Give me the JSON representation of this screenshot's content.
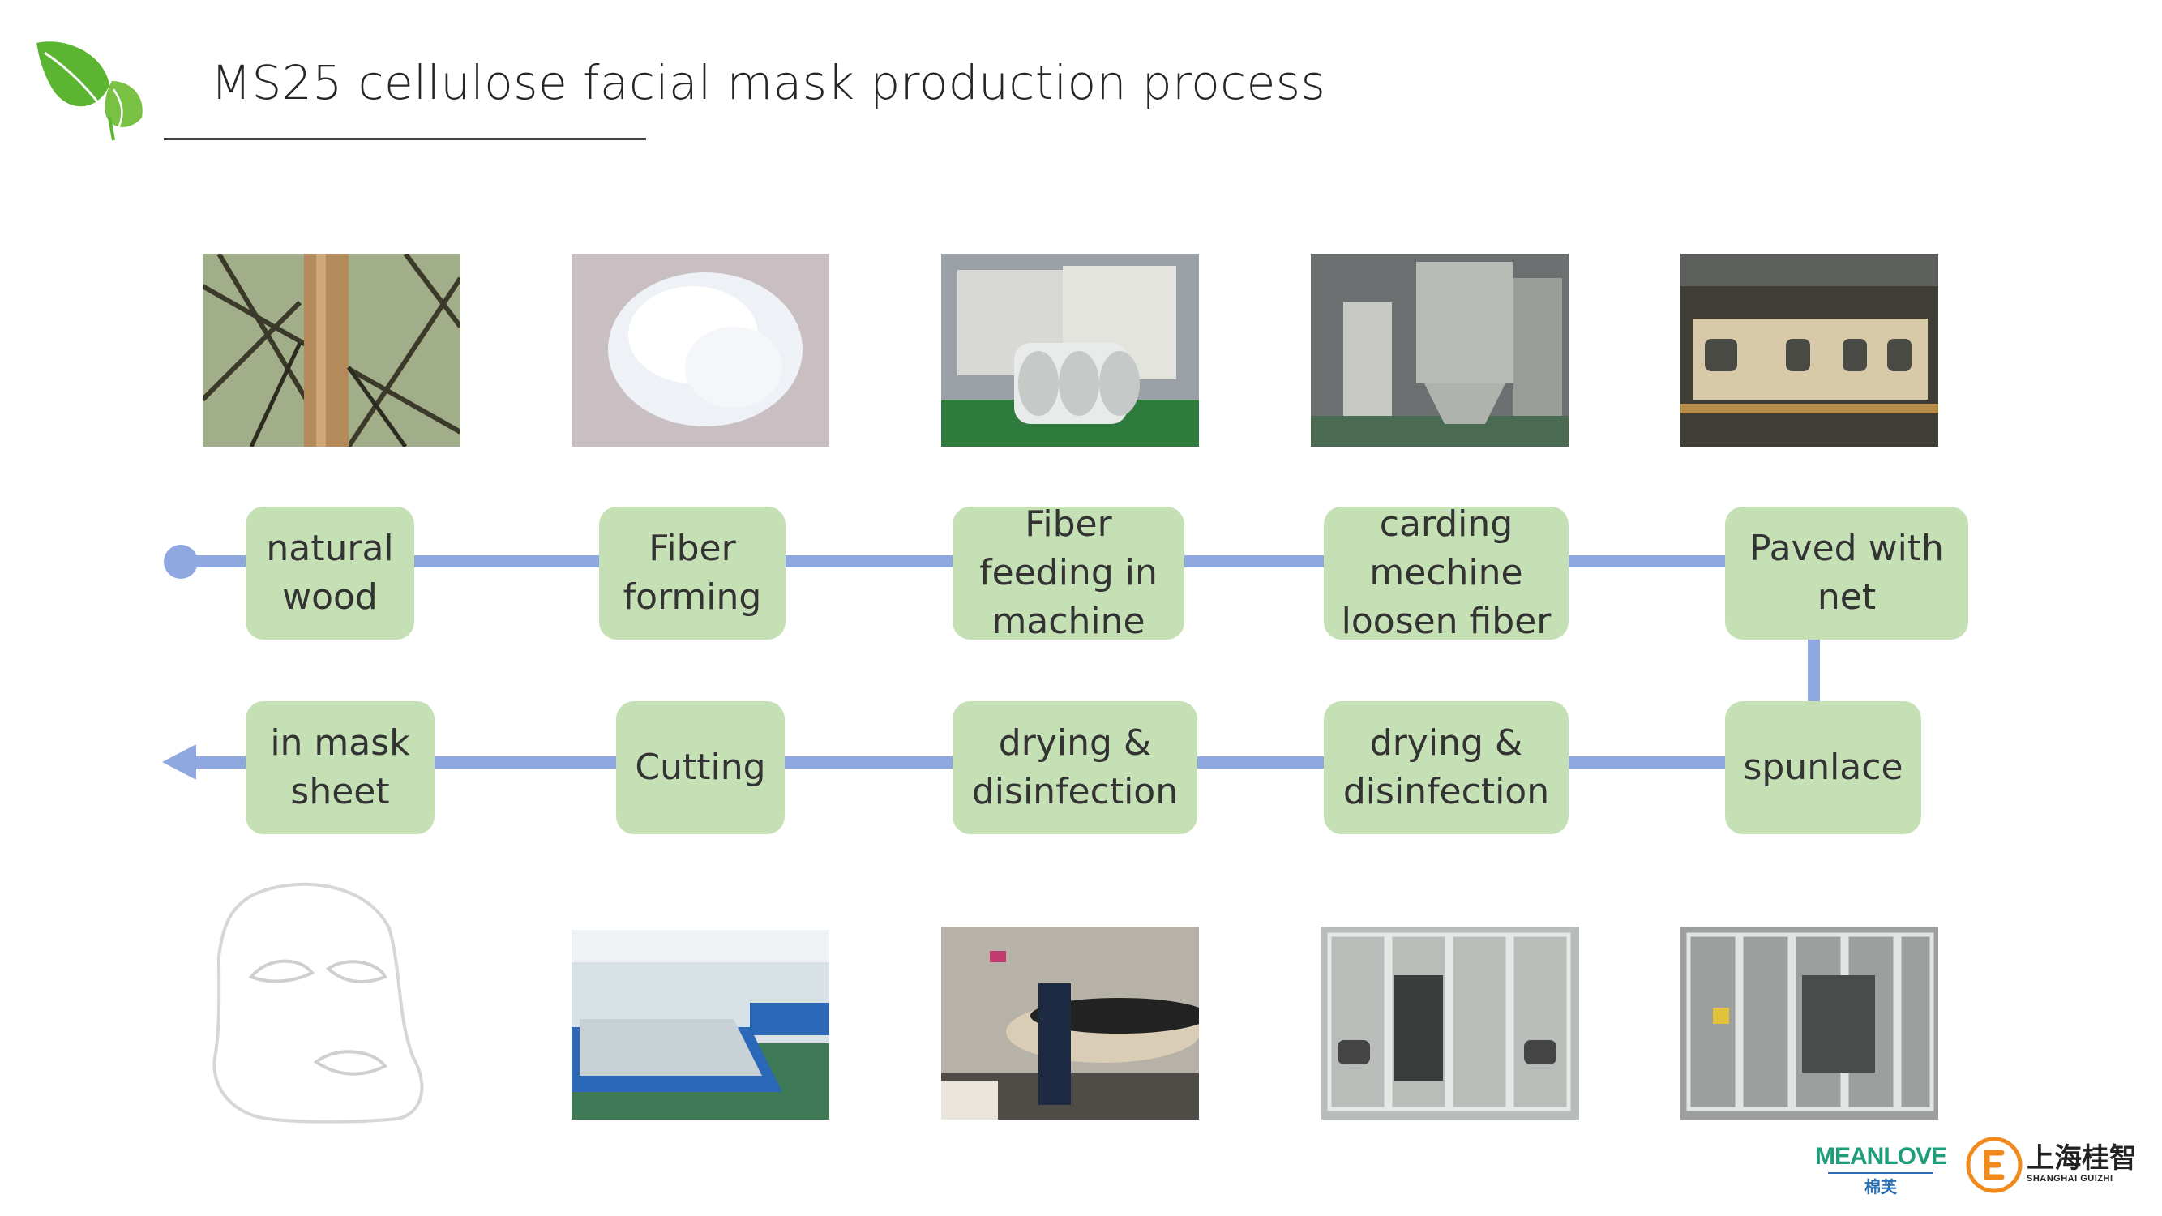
{
  "title": "MS25 cellulose facial mask production process",
  "steps_top": [
    {
      "label": "natural\nwood"
    },
    {
      "label": "Fiber\nforming"
    },
    {
      "label": "Fiber\nfeeding in\nmachine"
    },
    {
      "label": "carding\nmechine\nloosen fiber"
    },
    {
      "label": "Paved with\nnet"
    }
  ],
  "steps_bottom": [
    {
      "label": "in mask\nsheet"
    },
    {
      "label": "Cutting"
    },
    {
      "label": "drying &\ndisinfection"
    },
    {
      "label": "drying &\ndisinfection"
    },
    {
      "label": "spunlace"
    }
  ],
  "logos": {
    "meanlove": "MEANLOVE",
    "meanlove_cn": "棉芙",
    "shanghai_cn": "上海桂智",
    "shanghai_en": "SHANGHAI GUIZHI"
  },
  "colors": {
    "box_fill": "#c5e0b4",
    "connector": "#8fa8e0",
    "leaf": "#5cb531"
  }
}
